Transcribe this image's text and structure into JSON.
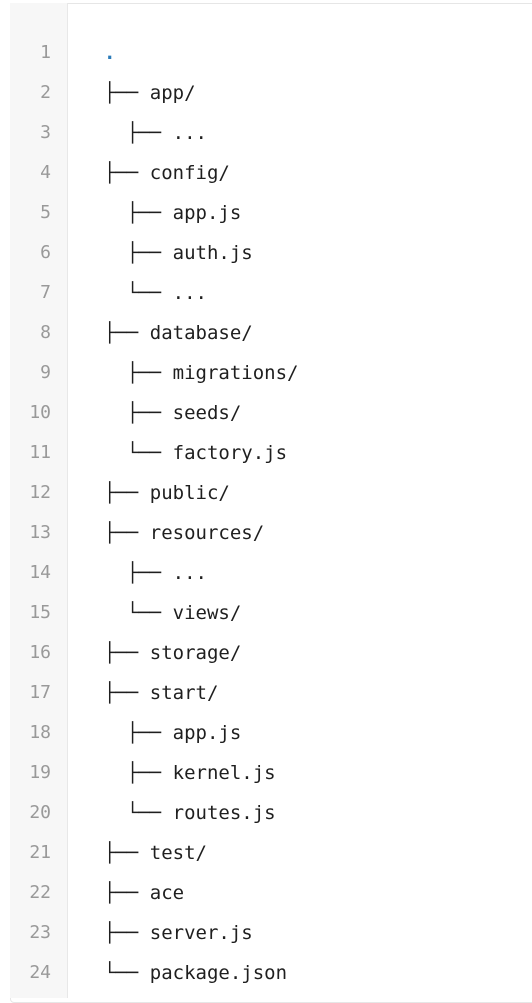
{
  "code_block": {
    "language": "text",
    "lines": [
      {
        "num": "1",
        "text": "."
      },
      {
        "num": "2",
        "text": "├── app/"
      },
      {
        "num": "3",
        "text": "  ├── ..."
      },
      {
        "num": "4",
        "text": "├── config/"
      },
      {
        "num": "5",
        "text": "  ├── app.js"
      },
      {
        "num": "6",
        "text": "  ├── auth.js"
      },
      {
        "num": "7",
        "text": "  └── ..."
      },
      {
        "num": "8",
        "text": "├── database/"
      },
      {
        "num": "9",
        "text": "  ├── migrations/"
      },
      {
        "num": "10",
        "text": "  ├── seeds/"
      },
      {
        "num": "11",
        "text": "  └── factory.js"
      },
      {
        "num": "12",
        "text": "├── public/"
      },
      {
        "num": "13",
        "text": "├── resources/"
      },
      {
        "num": "14",
        "text": "  ├── ..."
      },
      {
        "num": "15",
        "text": "  └── views/"
      },
      {
        "num": "16",
        "text": "├── storage/"
      },
      {
        "num": "17",
        "text": "├── start/"
      },
      {
        "num": "18",
        "text": "  ├── app.js"
      },
      {
        "num": "19",
        "text": "  ├── kernel.js"
      },
      {
        "num": "20",
        "text": "  └── routes.js"
      },
      {
        "num": "21",
        "text": "├── test/"
      },
      {
        "num": "22",
        "text": "├── ace"
      },
      {
        "num": "23",
        "text": "├── server.js"
      },
      {
        "num": "24",
        "text": "└── package.json"
      }
    ]
  },
  "colors": {
    "line_number": "#999999",
    "text": "#1f1f1f",
    "root_dot": "#2b7bb9",
    "gutter_bg": "#f7f7f7",
    "border": "#e6e6e6"
  }
}
